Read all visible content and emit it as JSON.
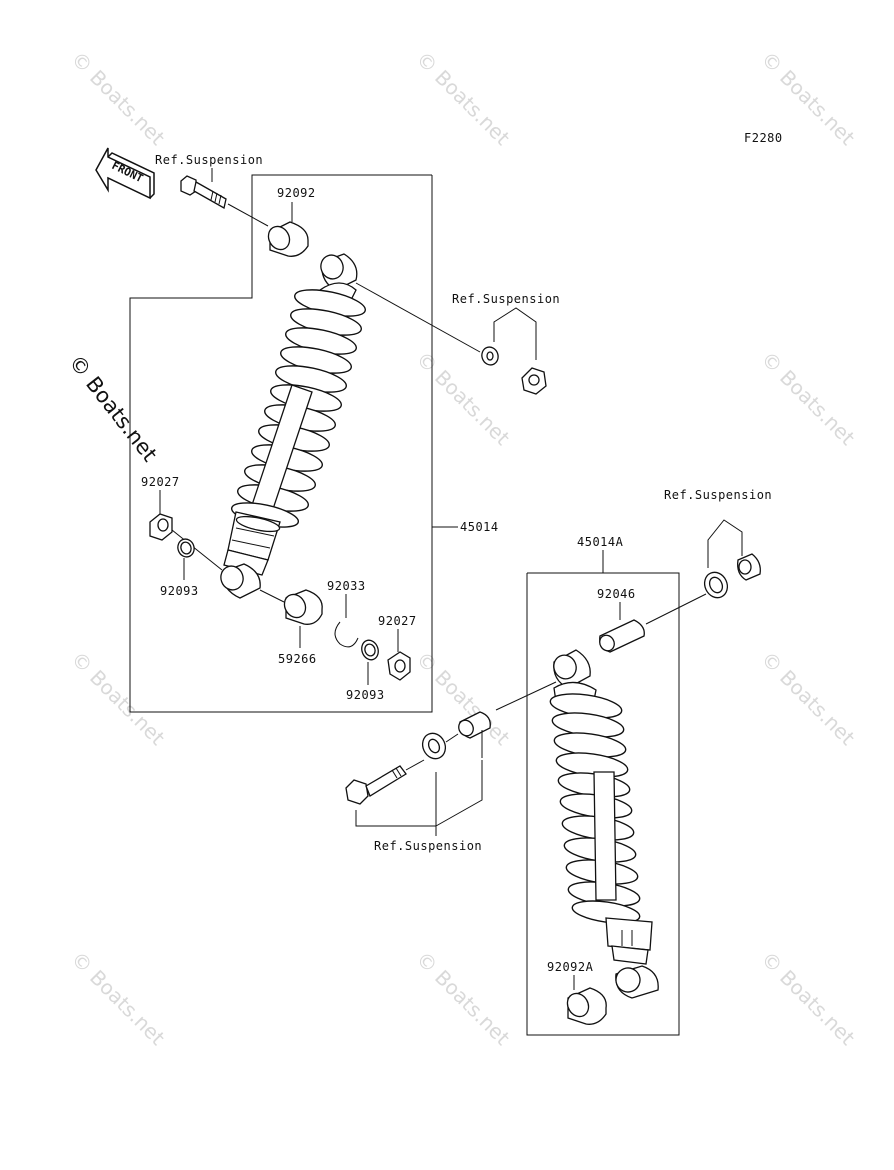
{
  "diagram_code": "F2280",
  "front_label": "FRONT",
  "watermark": "© Boats.net",
  "ref_label": "Ref.Suspension",
  "parts": {
    "p92092": "92092",
    "p92027_top": "92027",
    "p92093_left": "92093",
    "p92033": "92033",
    "p59266": "59266",
    "p92027_right": "92027",
    "p92093_right": "92093",
    "p45014": "45014",
    "p45014A": "45014A",
    "p92046": "92046",
    "p92092A": "92092A"
  }
}
